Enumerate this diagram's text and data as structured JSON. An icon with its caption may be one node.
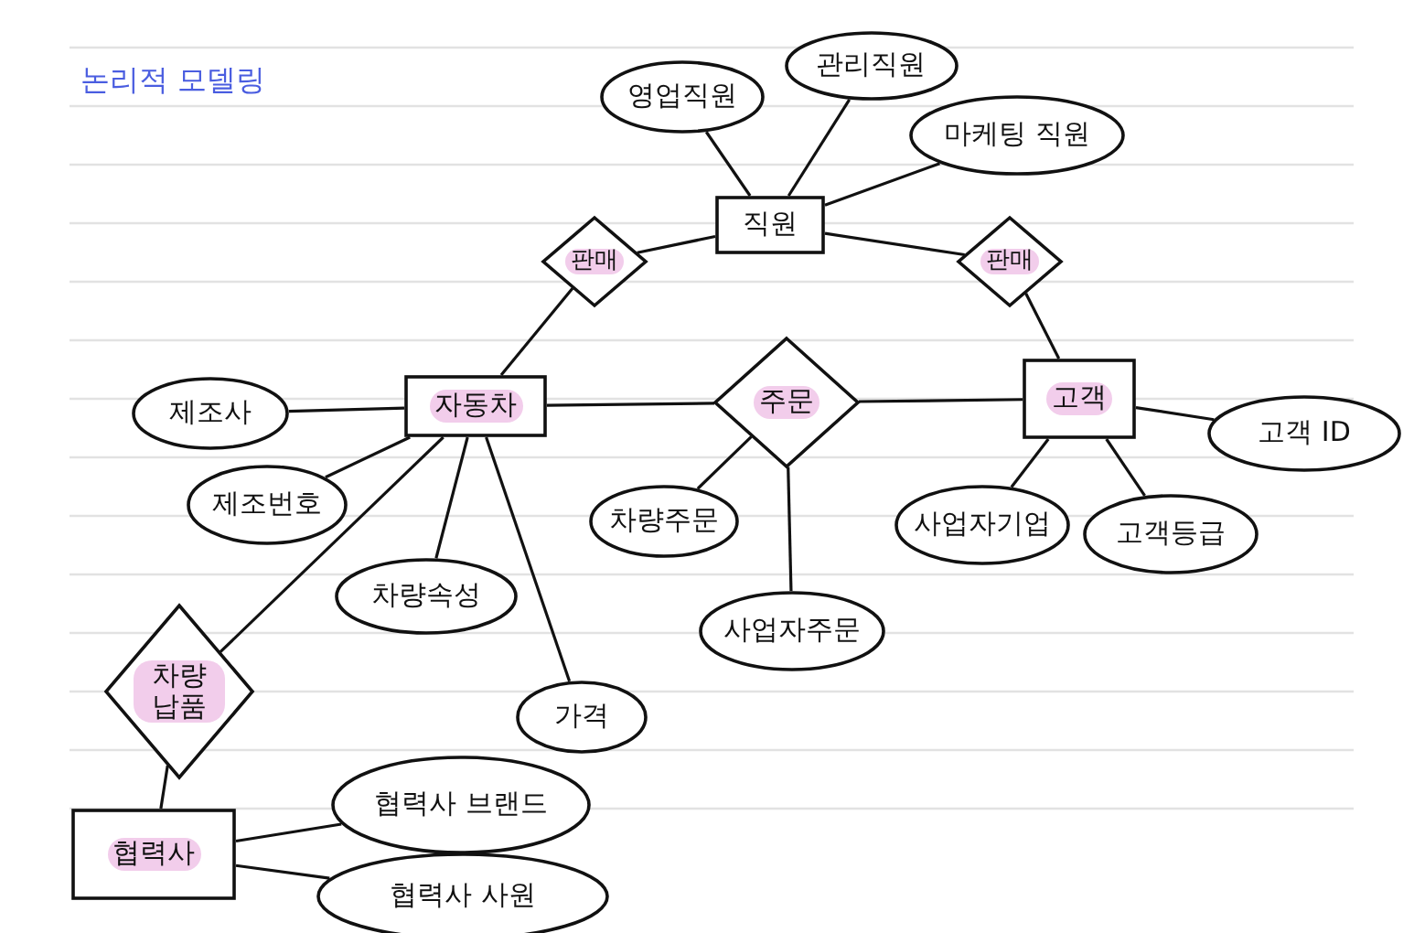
{
  "diagram": {
    "title": "논리적 모델링",
    "nodes": [
      {
        "text": [
          "직원"
        ]
      },
      {
        "text": [
          "영업직원"
        ]
      },
      {
        "text": [
          "관리직원"
        ]
      },
      {
        "text": [
          "마케팅 직원"
        ]
      },
      {
        "text": [
          "판매"
        ]
      },
      {
        "text": [
          "판매"
        ]
      },
      {
        "text": [
          "자동차"
        ]
      },
      {
        "text": [
          "주문"
        ]
      },
      {
        "text": [
          "고객"
        ]
      },
      {
        "text": [
          "제조사"
        ]
      },
      {
        "text": [
          "제조번호"
        ]
      },
      {
        "text": [
          "차량속성"
        ]
      },
      {
        "text": [
          "가격"
        ]
      },
      {
        "text": [
          "차량주문"
        ]
      },
      {
        "text": [
          "사업자주문"
        ]
      },
      {
        "text": [
          "사업자기업"
        ]
      },
      {
        "text": [
          "고객등급"
        ]
      },
      {
        "text": [
          "고객 ID"
        ]
      },
      {
        "text": [
          "차량 납품"
        ]
      },
      {
        "text": [
          "협력사"
        ]
      },
      {
        "text": [
          "협력사 브랜드"
        ]
      },
      {
        "text": [
          "협력사 사원"
        ]
      }
    ],
    "edges": [
      {
        "from": 1,
        "to": 0,
        "arrow": "none"
      },
      {
        "from": 2,
        "to": 0,
        "arrow": "none"
      },
      {
        "from": 3,
        "to": 0,
        "arrow": "none"
      },
      {
        "from": 0,
        "to": 4,
        "arrow": "none"
      },
      {
        "from": 0,
        "to": 5,
        "arrow": "none"
      },
      {
        "from": 4,
        "to": 6,
        "arrow": "none"
      },
      {
        "from": 5,
        "to": 8,
        "arrow": "none"
      },
      {
        "from": 6,
        "to": 9,
        "arrow": "none"
      },
      {
        "from": 6,
        "to": 10,
        "arrow": "none"
      },
      {
        "from": 6,
        "to": 11,
        "arrow": "none"
      },
      {
        "from": 6,
        "to": 12,
        "arrow": "none"
      },
      {
        "from": 6,
        "to": 7,
        "arrow": "none"
      },
      {
        "from": 7,
        "to": 8,
        "arrow": "none"
      },
      {
        "from": 7,
        "to": 13,
        "arrow": "none"
      },
      {
        "from": 7,
        "to": 14,
        "arrow": "none"
      },
      {
        "from": 8,
        "to": 15,
        "arrow": "none"
      },
      {
        "from": 8,
        "to": 16,
        "arrow": "none"
      },
      {
        "from": 8,
        "to": 17,
        "arrow": "none"
      },
      {
        "from": 6,
        "to": 18,
        "arrow": "none"
      },
      {
        "from": 18,
        "to": 19,
        "arrow": "none"
      },
      {
        "from": 19,
        "to": 20,
        "arrow": "none"
      },
      {
        "from": 19,
        "to": 21,
        "arrow": "none"
      }
    ]
  }
}
